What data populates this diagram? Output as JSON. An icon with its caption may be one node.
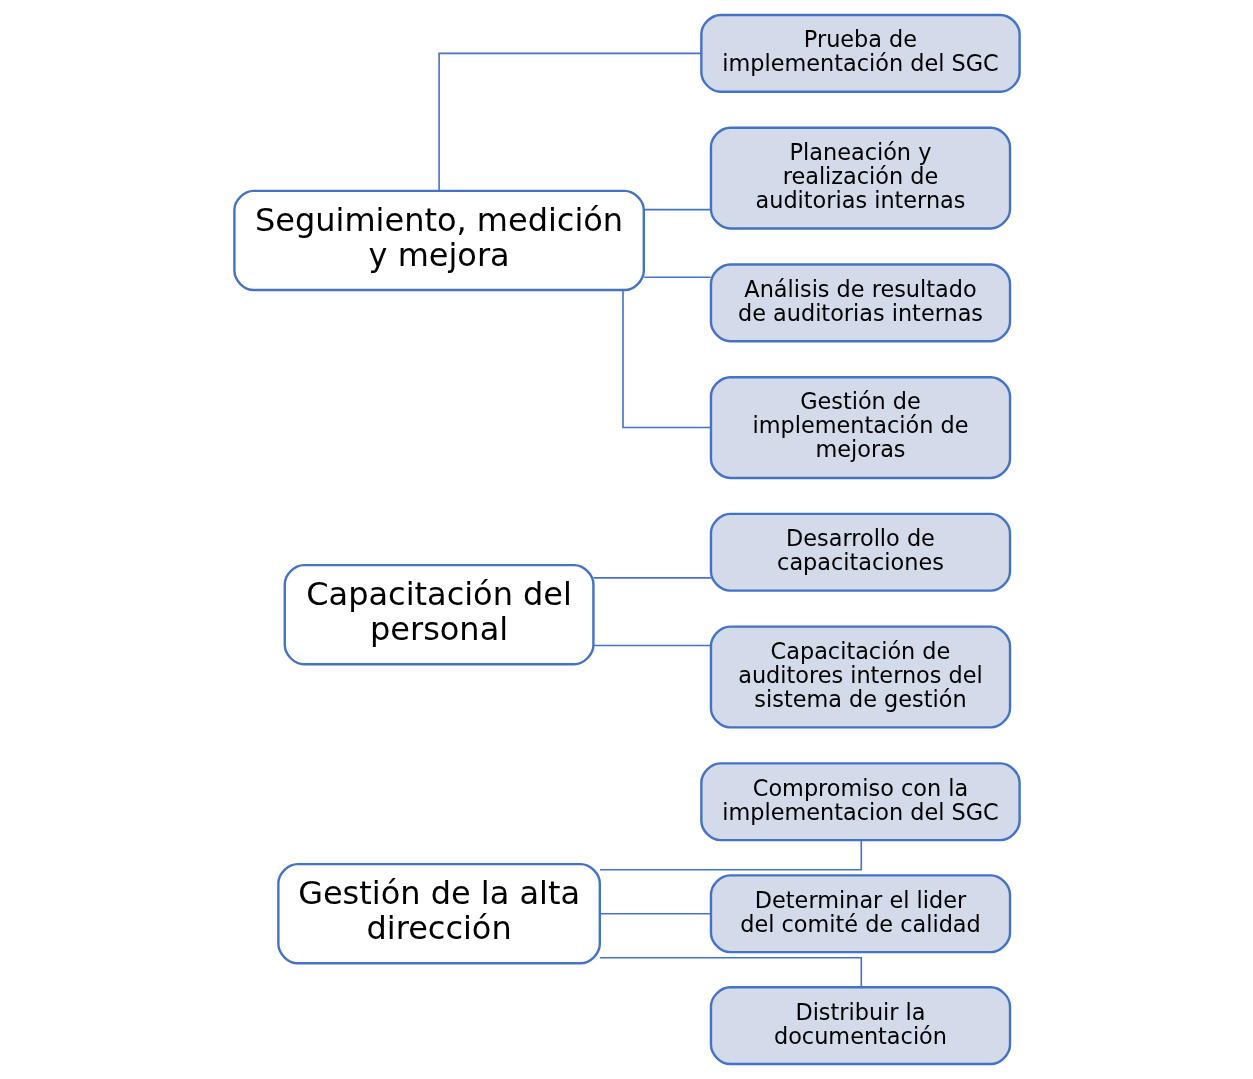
{
  "diagram": {
    "nodes": [
      {
        "text": [
          "Gestión de la alta dirección"
        ]
      },
      {
        "text": [
          "Compromiso con la implementacion del SGC"
        ]
      },
      {
        "text": [
          "Determinar el lider del comité de calidad"
        ]
      },
      {
        "text": [
          "Distribuir la documentación"
        ]
      },
      {
        "text": [
          "Capacitación del personal"
        ]
      },
      {
        "text": [
          "Desarrollo de capacitaciones"
        ]
      },
      {
        "text": [
          "Capacitación de auditores internos del sistema de gestión"
        ]
      },
      {
        "text": [
          "Seguimiento, medición y mejora"
        ]
      },
      {
        "text": [
          "Prueba de implementación del SGC"
        ]
      },
      {
        "text": [
          "Planeación y realización de auditorias internas"
        ]
      },
      {
        "text": [
          "Análisis de resultado de auditorias internas"
        ]
      },
      {
        "text": [
          "Gestión de implementación de mejoras"
        ]
      }
    ],
    "edges": [
      {
        "from": 0,
        "to": 1,
        "arrow": "none"
      },
      {
        "from": 0,
        "to": 2,
        "arrow": "none"
      },
      {
        "from": 0,
        "to": 3,
        "arrow": "none"
      },
      {
        "from": 4,
        "to": 5,
        "arrow": "none"
      },
      {
        "from": 4,
        "to": 6,
        "arrow": "none"
      },
      {
        "from": 7,
        "to": 8,
        "arrow": "none"
      },
      {
        "from": 7,
        "to": 9,
        "arrow": "none"
      },
      {
        "from": 7,
        "to": 10,
        "arrow": "none"
      },
      {
        "from": 7,
        "to": 11,
        "arrow": "none"
      }
    ]
  }
}
